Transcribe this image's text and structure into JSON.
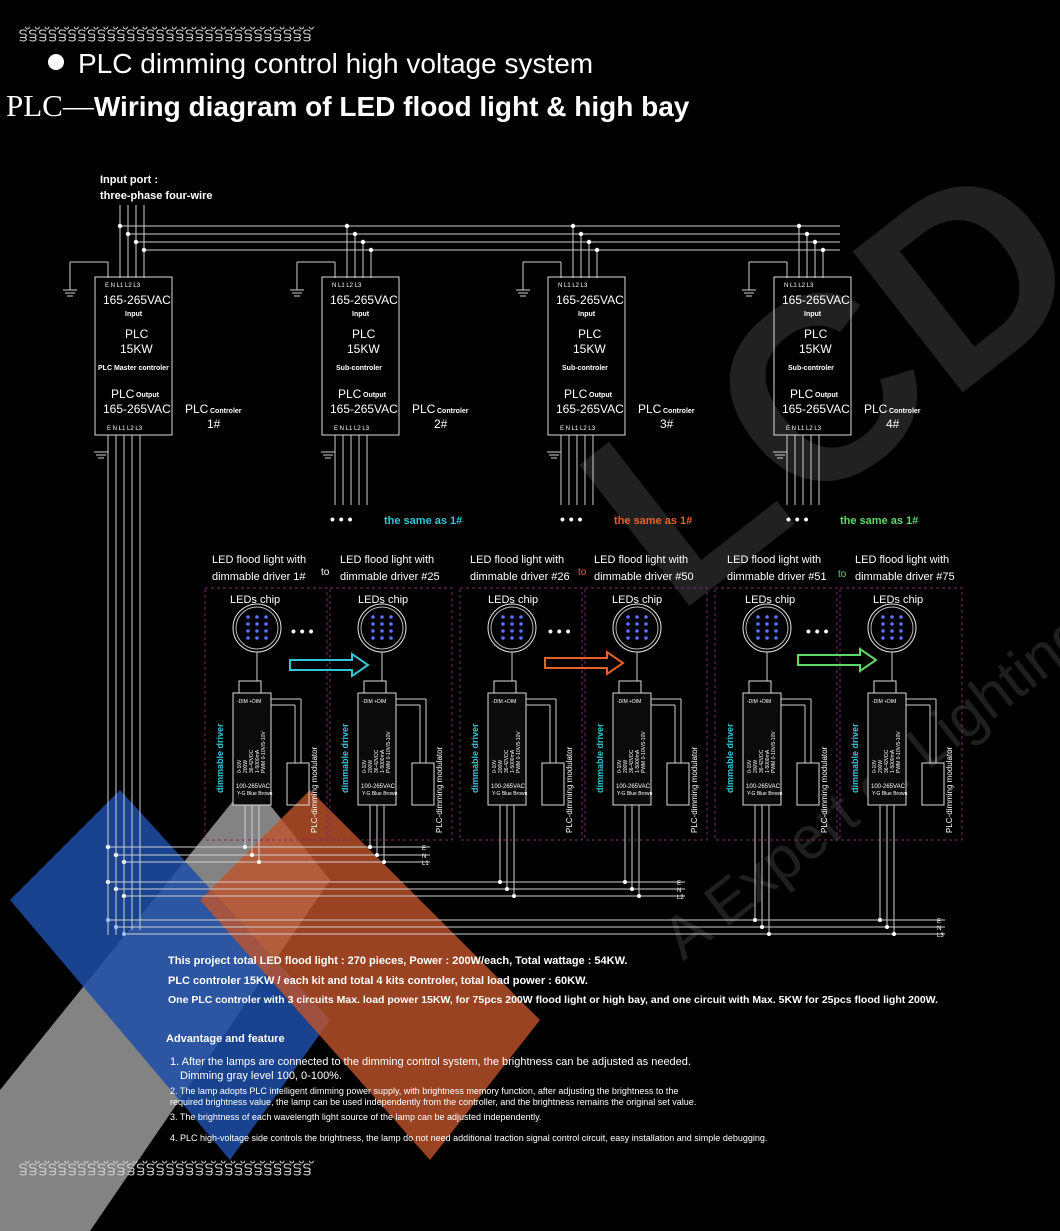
{
  "header": {
    "wave_pattern": "ട്ട്ട്ട്ട്",
    "title": "PLC dimming control high voltage system",
    "subtitle_prefix": "PLC—",
    "subtitle": "Wiring diagram of LED flood light & high bay",
    "watermark": "LCD.CF",
    "watermark_tag": "A Expert of Lighting for Life and Industry"
  },
  "input_port": {
    "line1": "Input port :",
    "line2": "three-phase four-wire"
  },
  "controllers": [
    {
      "top_terms": "E  N  L1  L2  L3",
      "voltage_in": "165-265VAC",
      "input_label": "Input",
      "model": "PLC",
      "power": "15KW",
      "role": "PLC Master controler",
      "out_prefix": "PLC",
      "output_label": "Output",
      "voltage_out": "165-265VAC",
      "bottom_terms": "E  N  L1  L2  L3",
      "ctrl_prefix": "PLC",
      "ctrl_label": "Controler",
      "ctrl_num": "1#"
    },
    {
      "top_terms": "N  L1  L2  L3",
      "voltage_in": "165-265VAC",
      "input_label": "Input",
      "model": "PLC",
      "power": "15KW",
      "role": "Sub-controler",
      "out_prefix": "PLC",
      "output_label": "Output",
      "voltage_out": "165-265VAC",
      "bottom_terms": "E  N  L1  L2  L3",
      "ctrl_prefix": "PLC",
      "ctrl_label": "Controler",
      "ctrl_num": "2#"
    },
    {
      "top_terms": "N  L1  L2  L3",
      "voltage_in": "165-265VAC",
      "input_label": "Input",
      "model": "PLC",
      "power": "15KW",
      "role": "Sub-controler",
      "out_prefix": "PLC",
      "output_label": "Output",
      "voltage_out": "165-265VAC",
      "bottom_terms": "E  N  L1  L2  L3",
      "ctrl_prefix": "PLC",
      "ctrl_label": "Controler",
      "ctrl_num": "3#"
    },
    {
      "top_terms": "N  L1  L2  L3",
      "voltage_in": "165-265VAC",
      "input_label": "Input",
      "model": "PLC",
      "power": "15KW",
      "role": "Sub-controler",
      "out_prefix": "PLC",
      "output_label": "Output",
      "voltage_out": "165-265VAC",
      "bottom_terms": "E  N  L1  L2  L3",
      "ctrl_prefix": "PLC",
      "ctrl_label": "Controler",
      "ctrl_num": "4#"
    }
  ],
  "same_as": [
    {
      "text": "the same as 1#",
      "color": "#33c6d6"
    },
    {
      "text": "the same as 1#",
      "color": "#e8602a"
    },
    {
      "text": "the same as 1#",
      "color": "#5fd86a"
    }
  ],
  "lights": [
    {
      "line1": "LED flood light with",
      "line2": "dimmable driver 1#"
    },
    {
      "line1": "LED flood light with",
      "line2": "dimmable driver #25"
    },
    {
      "line1": "LED flood light with",
      "line2": "dimmable driver #26"
    },
    {
      "line1": "LED flood light with",
      "line2": "dimmable driver #50"
    },
    {
      "line1": "LED flood light with",
      "line2": "dimmable driver #51"
    },
    {
      "line1": "LED flood light with",
      "line2": "dimmable driver #75"
    }
  ],
  "to_label": "to",
  "to_colors": [
    "#ffffff",
    "#e8602a",
    "#5fd86a"
  ],
  "arrow_colors": [
    "#33c6d6",
    "#e8602a",
    "#5fd86a"
  ],
  "leds_chip": "LEDs chip",
  "dots": "• • •",
  "driver": {
    "side_label": "dimmable driver",
    "side_color": "#33c6d6",
    "top_labels": "-DIM  +DIM",
    "spec1": "0-10V",
    "spec2": "200W",
    "spec3": "36-42VDC",
    "spec4": "1-5000mA",
    "spec5": "PWM 0-10V/5-10V",
    "input": "100-265VAC",
    "brand": "Y-G Blue Brown",
    "modulator": "PLC-dimming modulator"
  },
  "bus_labels": {
    "group1": [
      "E",
      "N",
      "L1"
    ],
    "group2": [
      "E",
      "N",
      "L2"
    ],
    "group3": [
      "E",
      "N",
      "L3"
    ]
  },
  "summary": {
    "line1": "This project total LED flood light : 270 pieces, Power : 200W/each, Total wattage : 54KW.",
    "line2": "PLC controler 15KW / each kit and total 4 kits controler, total load power : 60KW.",
    "line3": "One PLC controler with 3 circuits Max. load power 15KW, for 75pcs 200W flood light or high bay, and one circuit with Max. 5KW for 25pcs flood light 200W."
  },
  "advantages": {
    "heading": "Advantage and feature",
    "item1a": "1. After the lamps are connected to the dimming control system, the brightness can be adjusted as needed.",
    "item1b": "Dimming gray level 100, 0-100%.",
    "item2a": "2. The lamp adopts PLC intelligent dimming power supply, with brightness memory function, after adjusting the brightness to the",
    "item2b": "required brightness value, the lamp can be used independently from the controller, and the brightness remains the original set value.",
    "item3": "3. The brightness of each wavelength light source of the lamp can be adjusted independently.",
    "item4": "4. PLC high-voltage side controls the brightness, the lamp do not need additional traction signal control circuit, easy installation and simple debugging."
  },
  "brand_colors": {
    "blue": "#1f4fa8",
    "orange": "#c0542a",
    "gray": "#9a9a9a"
  }
}
